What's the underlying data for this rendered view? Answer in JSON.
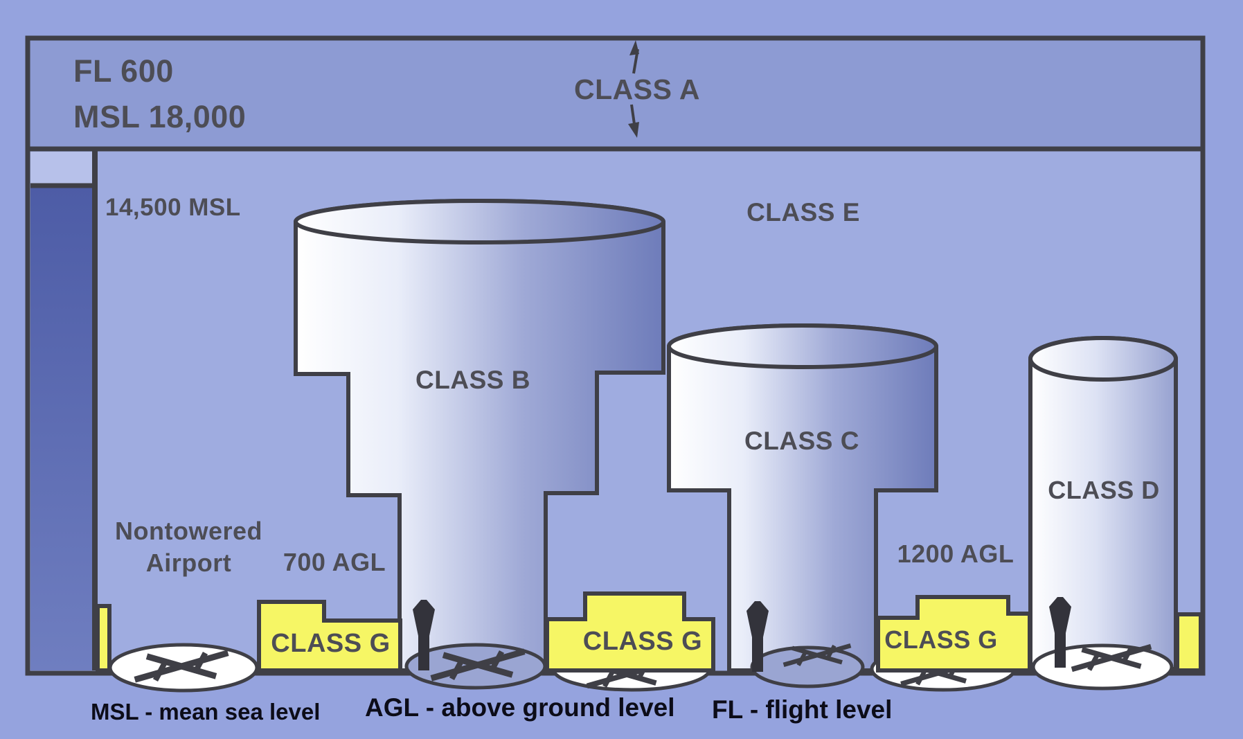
{
  "diagram": {
    "type": "airspace-classification-diagram",
    "labels": {
      "class_a": "CLASS A",
      "class_b": "CLASS B",
      "class_c": "CLASS C",
      "class_d": "CLASS D",
      "class_e": "CLASS E",
      "class_g": "CLASS G",
      "fl600": "FL 600",
      "msl18000": "MSL 18,000",
      "msl14500": "14,500 MSL",
      "agl700": "700 AGL",
      "agl1200": "1200 AGL",
      "nontowered_line1": "Nontowered",
      "nontowered_line2": "Airport"
    },
    "legend": {
      "msl": "MSL - mean sea level",
      "agl": "AGL - above ground level",
      "fl": "FL - flight level"
    },
    "colors": {
      "page_background": "#95a3de",
      "class_a_band": "#8d9bd3",
      "class_e_area": "#9face0",
      "remote_column_dark": "#5f6eb2",
      "class_g_yellow": "#f6f665",
      "outline": "#3f3f46",
      "cylinder_light_side": "#ffffff",
      "cylinder_dark_side": "#6e7cba",
      "surface_ellipse_white": "#ffffff",
      "surface_ellipse_blue": "#9aa5d2",
      "label_text": "#4d4d55",
      "legend_text": "#0c0c18"
    }
  }
}
